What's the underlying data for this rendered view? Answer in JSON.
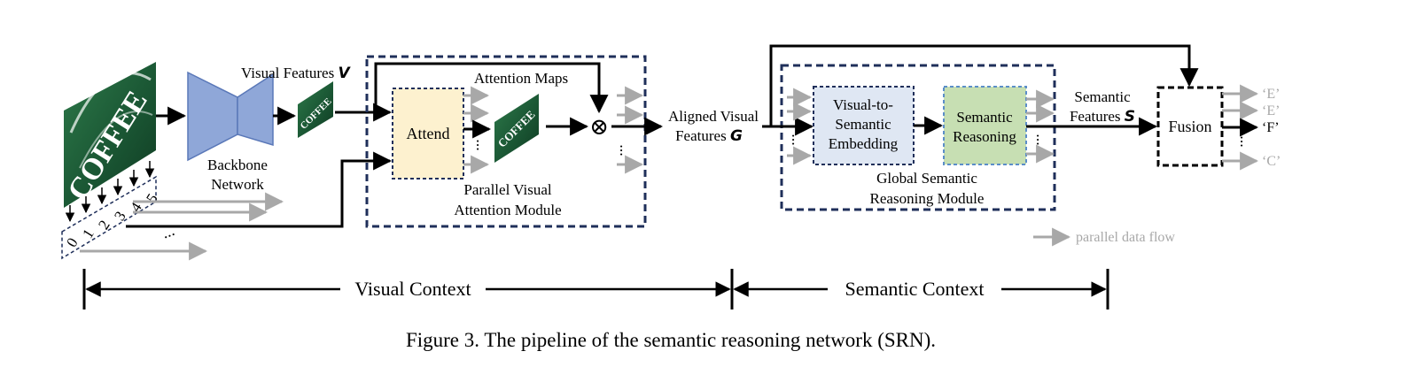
{
  "labels": {
    "visual_features": "Visual Features",
    "visual_features_symbol": "V",
    "backbone_line1": "Backbone",
    "backbone_line2": "Network",
    "attention_maps": "Attention Maps",
    "attend": "Attend",
    "pvam_line1": "Parallel Visual",
    "pvam_line2": "Attention Module",
    "aligned_line1": "Aligned Visual",
    "aligned_line2": "Features",
    "aligned_symbol": "G",
    "vse_line1": "Visual-to-",
    "vse_line2": "Semantic",
    "vse_line3": "Embedding",
    "sr_line1": "Semantic",
    "sr_line2": "Reasoning",
    "gsrm_line1": "Global Semantic",
    "gsrm_line2": "Reasoning Module",
    "semantic_feat_line1": "Semantic",
    "semantic_feat_line2": "Features",
    "semantic_feat_symbol": "S",
    "fusion": "Fusion",
    "legend": "parallel data flow",
    "visual_context": "Visual Context",
    "semantic_context": "Semantic Context",
    "ellipsis": "...",
    "otimes": "⊗",
    "coffee": "COFFEE"
  },
  "order_indices": [
    "0",
    "1",
    "2",
    "3",
    "4",
    "5"
  ],
  "outputs": [
    "‘E’",
    "‘E’",
    "‘F’",
    "‘C’"
  ],
  "caption": "Figure 3. The pipeline of the semantic reasoning network (SRN).",
  "colors": {
    "backbone": "#8fa7d8",
    "attend": "#fdf1cf",
    "vse": "#dfe7f3",
    "semantic_reasoning": "#c7dfb3",
    "module_border": "#1f2f5a",
    "parallel_arrow": "#a8a8a8",
    "coffee_green": "#1c5a36"
  }
}
